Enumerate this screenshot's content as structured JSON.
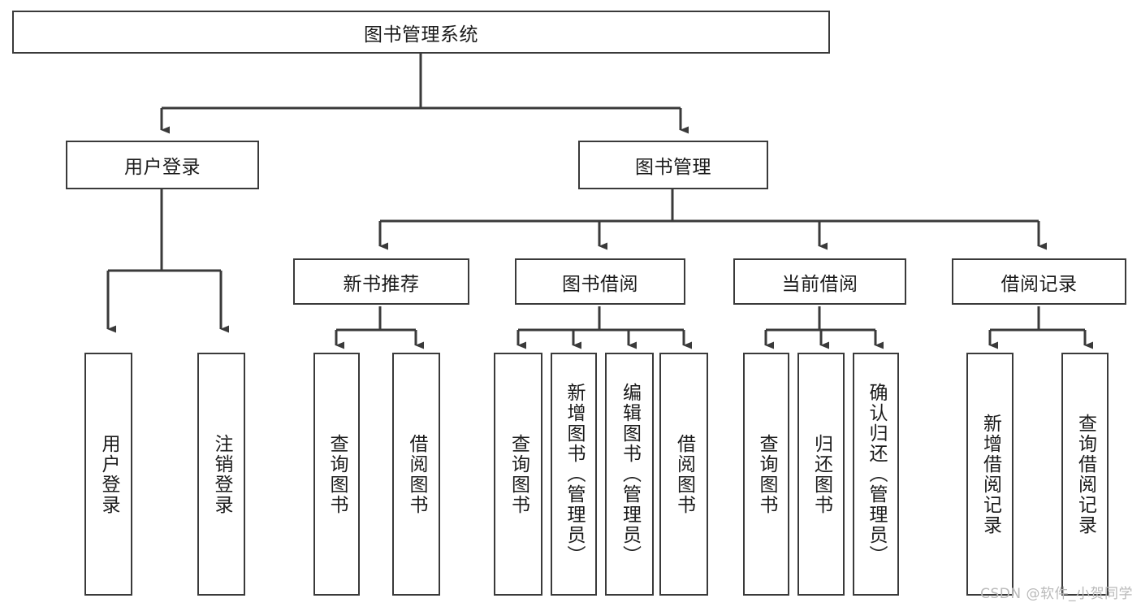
{
  "diagram": {
    "title": "图书管理系统",
    "watermark": "CSDN @软件_小贺同学",
    "stroke_color": "#3a3a3a",
    "text_color": "#1b1b1b",
    "background": "#ffffff",
    "root": {
      "label": "图书管理系统"
    },
    "level1": [
      {
        "label": "用户登录"
      },
      {
        "label": "图书管理"
      }
    ],
    "level2": [
      {
        "label": "新书推荐"
      },
      {
        "label": "图书借阅"
      },
      {
        "label": "当前借阅"
      },
      {
        "label": "借阅记录"
      }
    ],
    "leaves": {
      "user_login": [
        {
          "label": "用户登录"
        },
        {
          "label": "注销登录"
        }
      ],
      "new_book": [
        {
          "label": "查询图书"
        },
        {
          "label": "借阅图书"
        }
      ],
      "book_borrow": [
        {
          "label": "查询图书"
        },
        {
          "label": "新增图书（管理员）"
        },
        {
          "label": "编辑图书（管理员）"
        },
        {
          "label": "借阅图书"
        }
      ],
      "current_borrow": [
        {
          "label": "查询图书"
        },
        {
          "label": "归还图书"
        },
        {
          "label": "确认归还（管理员）"
        }
      ],
      "borrow_record": [
        {
          "label": "新增借阅记录"
        },
        {
          "label": "查询借阅记录"
        }
      ]
    }
  }
}
